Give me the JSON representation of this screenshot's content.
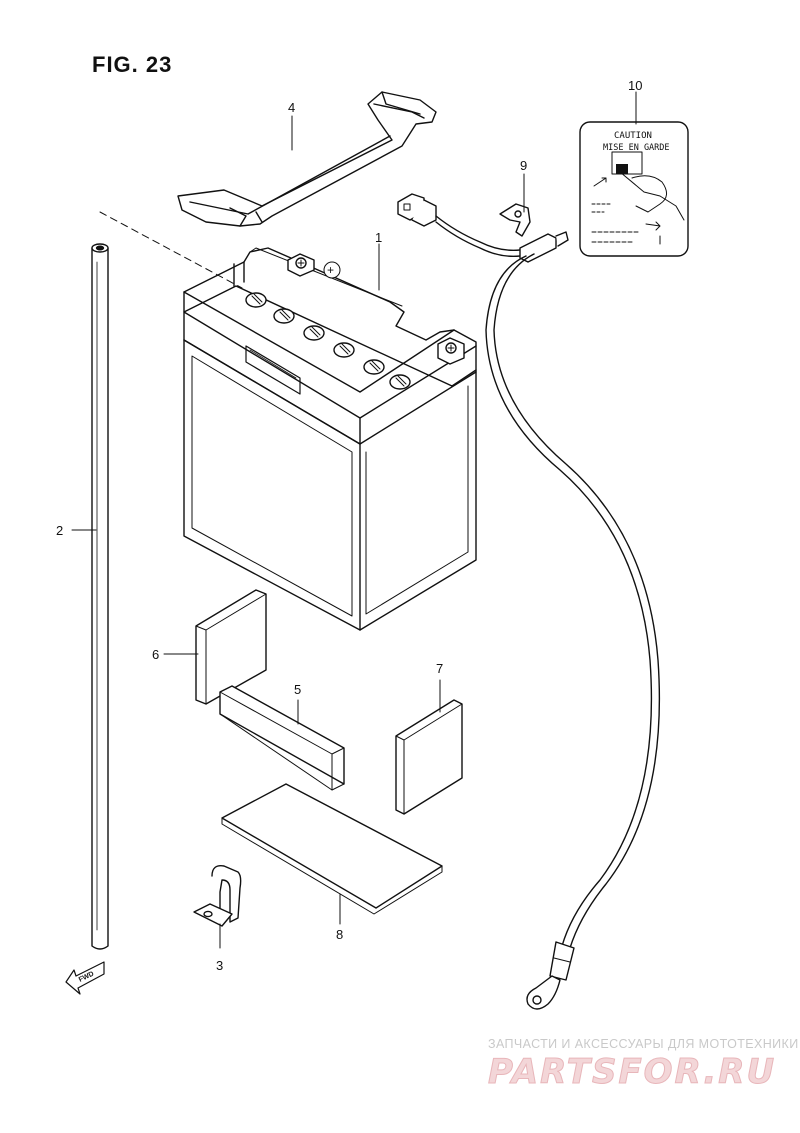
{
  "figure": {
    "title": "FIG. 23"
  },
  "callouts": {
    "battery": "1",
    "breather_hose": "2",
    "clamp": "3",
    "battery_band": "4",
    "pad_5": "5",
    "pad_6": "6",
    "pad_7": "7",
    "pad_8": "8",
    "lead_wire": "9",
    "caution_label": "10"
  },
  "caution_label": {
    "line1": "CAUTION",
    "line2": "MISE EN GARDE"
  },
  "battery_marks": {
    "plus": "+"
  },
  "fwd_marker": {
    "text": "FWD"
  },
  "watermark": {
    "caption": "ЗАПЧАСТИ И АКСЕССУАРЫ ДЛЯ МОТОТЕХНИКИ",
    "brand": "PARTSFOR.RU"
  }
}
